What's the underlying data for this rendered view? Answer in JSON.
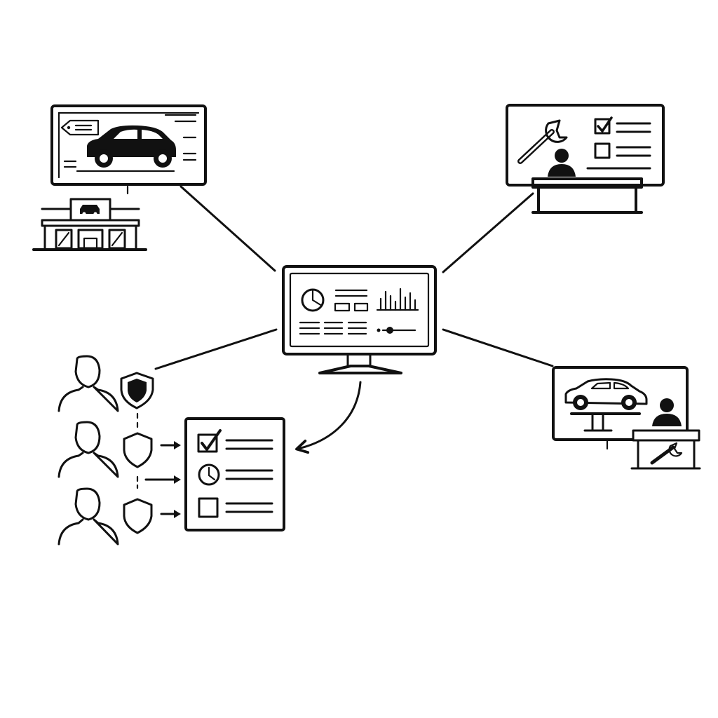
{
  "diagram": {
    "type": "hub-and-spoke illustration",
    "background": "#ffffff",
    "ink_color": "#111111",
    "hub": {
      "icon": "monitor-dashboard-icon"
    },
    "nodes": [
      {
        "id": "dealership",
        "icons": [
          "car-listing-screen-icon",
          "price-tag-icon",
          "car-icon",
          "dealership-building-icon"
        ]
      },
      {
        "id": "service-desk",
        "icons": [
          "wrench-icon",
          "checklist-icon",
          "person-icon",
          "service-counter-icon"
        ]
      },
      {
        "id": "customers",
        "icons": [
          "person-icon",
          "shield-icon",
          "arrow-right-icon"
        ],
        "count": 3
      },
      {
        "id": "task-list",
        "icons": [
          "checked-checkbox-icon",
          "clock-icon",
          "empty-checkbox-icon"
        ]
      },
      {
        "id": "repair-bay",
        "icons": [
          "car-on-lift-icon",
          "person-icon",
          "wrench-icon",
          "service-counter-icon"
        ]
      }
    ],
    "connections": [
      {
        "from": "hub",
        "to": "dealership",
        "style": "line"
      },
      {
        "from": "hub",
        "to": "service-desk",
        "style": "line"
      },
      {
        "from": "hub",
        "to": "customers",
        "style": "line"
      },
      {
        "from": "hub",
        "to": "repair-bay",
        "style": "line"
      },
      {
        "from": "hub",
        "to": "task-list",
        "style": "curved-arrow"
      },
      {
        "from": "customers",
        "to": "task-list",
        "style": "arrows"
      }
    ]
  }
}
